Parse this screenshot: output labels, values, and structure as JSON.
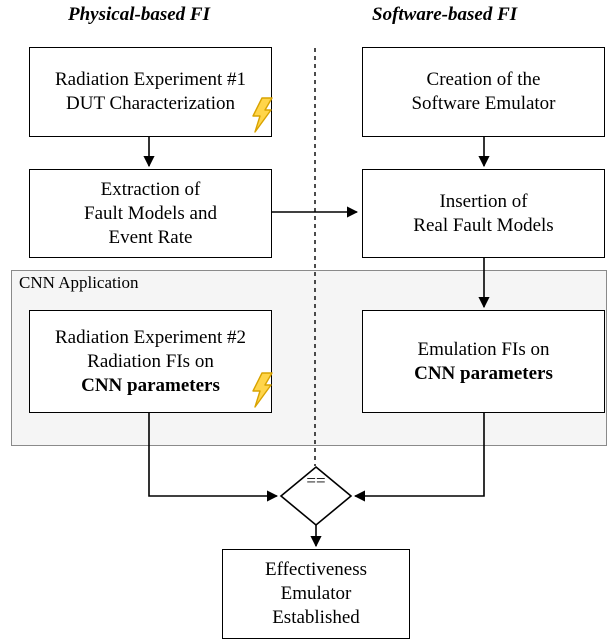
{
  "columns": {
    "left_title": "Physical-based FI",
    "right_title": "Software-based FI"
  },
  "region": {
    "label": "CNN Application"
  },
  "boxes": {
    "radiation_exp1": {
      "line1": "Radiation Experiment #1",
      "line2": "DUT Characterization"
    },
    "extraction": {
      "line1": "Extraction of",
      "line2": "Fault Models and",
      "line3": "Event Rate"
    },
    "radiation_exp2": {
      "line1": "Radiation Experiment #2",
      "line2": "Radiation FIs on",
      "line3": "CNN parameters"
    },
    "creation": {
      "line1": "Creation of the",
      "line2": "Software Emulator"
    },
    "insertion": {
      "line1": "Insertion",
      "line2": "of",
      "line3": "Real Fault Models"
    },
    "emulation": {
      "line1": "Emulation FIs on",
      "line2": "CNN parameters"
    },
    "effectiveness": {
      "line1": "Effectiveness",
      "line2": "Emulator",
      "line3": "Established"
    }
  },
  "decision": {
    "symbol": "=="
  },
  "icons": {
    "radiation": "lightning-bolt-icon"
  },
  "colors": {
    "bolt_fill": "#ffd54a",
    "bolt_stroke": "#d9a300",
    "region_bg": "#f5f5f5"
  }
}
